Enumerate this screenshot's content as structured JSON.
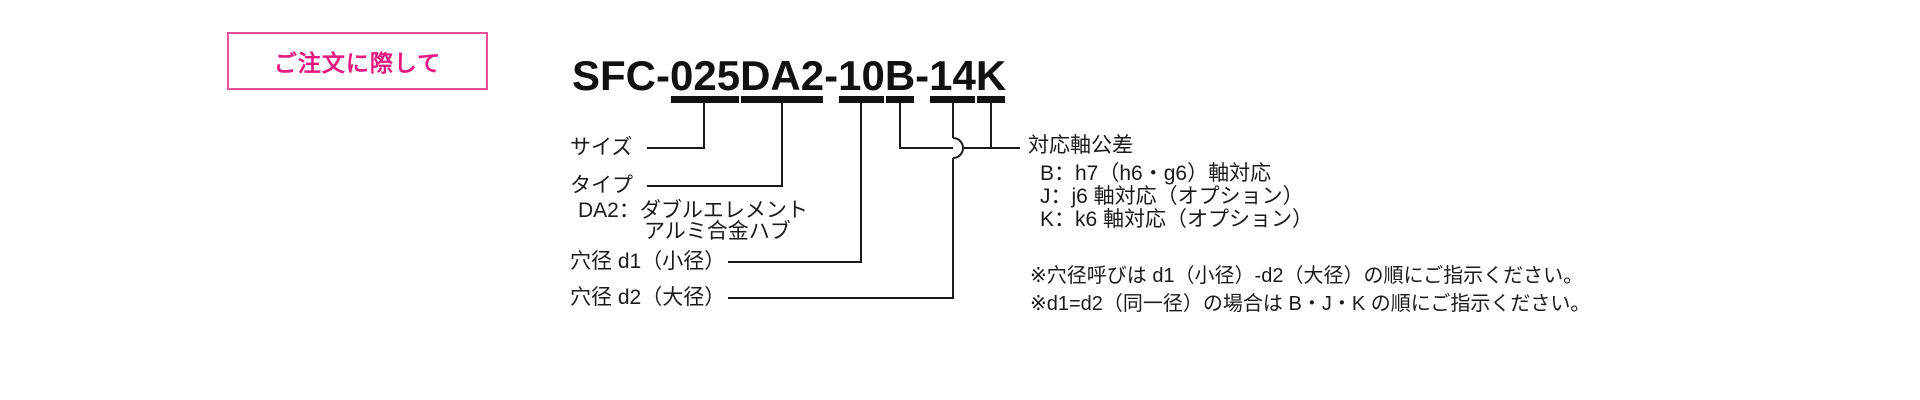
{
  "header": {
    "order_box_label": "ご注文に際して"
  },
  "part_number": {
    "full": "SFC-025DA2-10B-14K",
    "segments": [
      {
        "text": "SFC-",
        "underlined": false
      },
      {
        "text": "025",
        "underlined": true
      },
      {
        "text": "DA2",
        "underlined": true
      },
      {
        "text": "-",
        "underlined": false
      },
      {
        "text": "10",
        "underlined": true
      },
      {
        "text": "B",
        "underlined": true
      },
      {
        "text": "-",
        "underlined": false
      },
      {
        "text": "14",
        "underlined": true
      },
      {
        "text": "K",
        "underlined": true
      }
    ]
  },
  "callouts": {
    "size_label": "サイズ",
    "type_label": "タイプ",
    "type_desc_line1": "DA2：ダブルエレメント",
    "type_desc_line2": "アルミ合金ハブ",
    "bore_d1_label": "穴径 d1（小径）",
    "bore_d2_label": "穴径 d2（大径）",
    "tolerance": {
      "title": "対応軸公差",
      "options": [
        "B：h7（h6・g6）軸対応",
        "J：j6 軸対応（オプション）",
        "K：k6 軸対応（オプション）"
      ]
    }
  },
  "notes": [
    "※穴径呼びは d1（小径）-d2（大径）の順にご指示ください。",
    "※d1=d2（同一径）の場合は B・J・K の順にご指示ください。"
  ],
  "colors": {
    "accent_pink": "#e4187f",
    "line_black": "#1a1a1a"
  }
}
